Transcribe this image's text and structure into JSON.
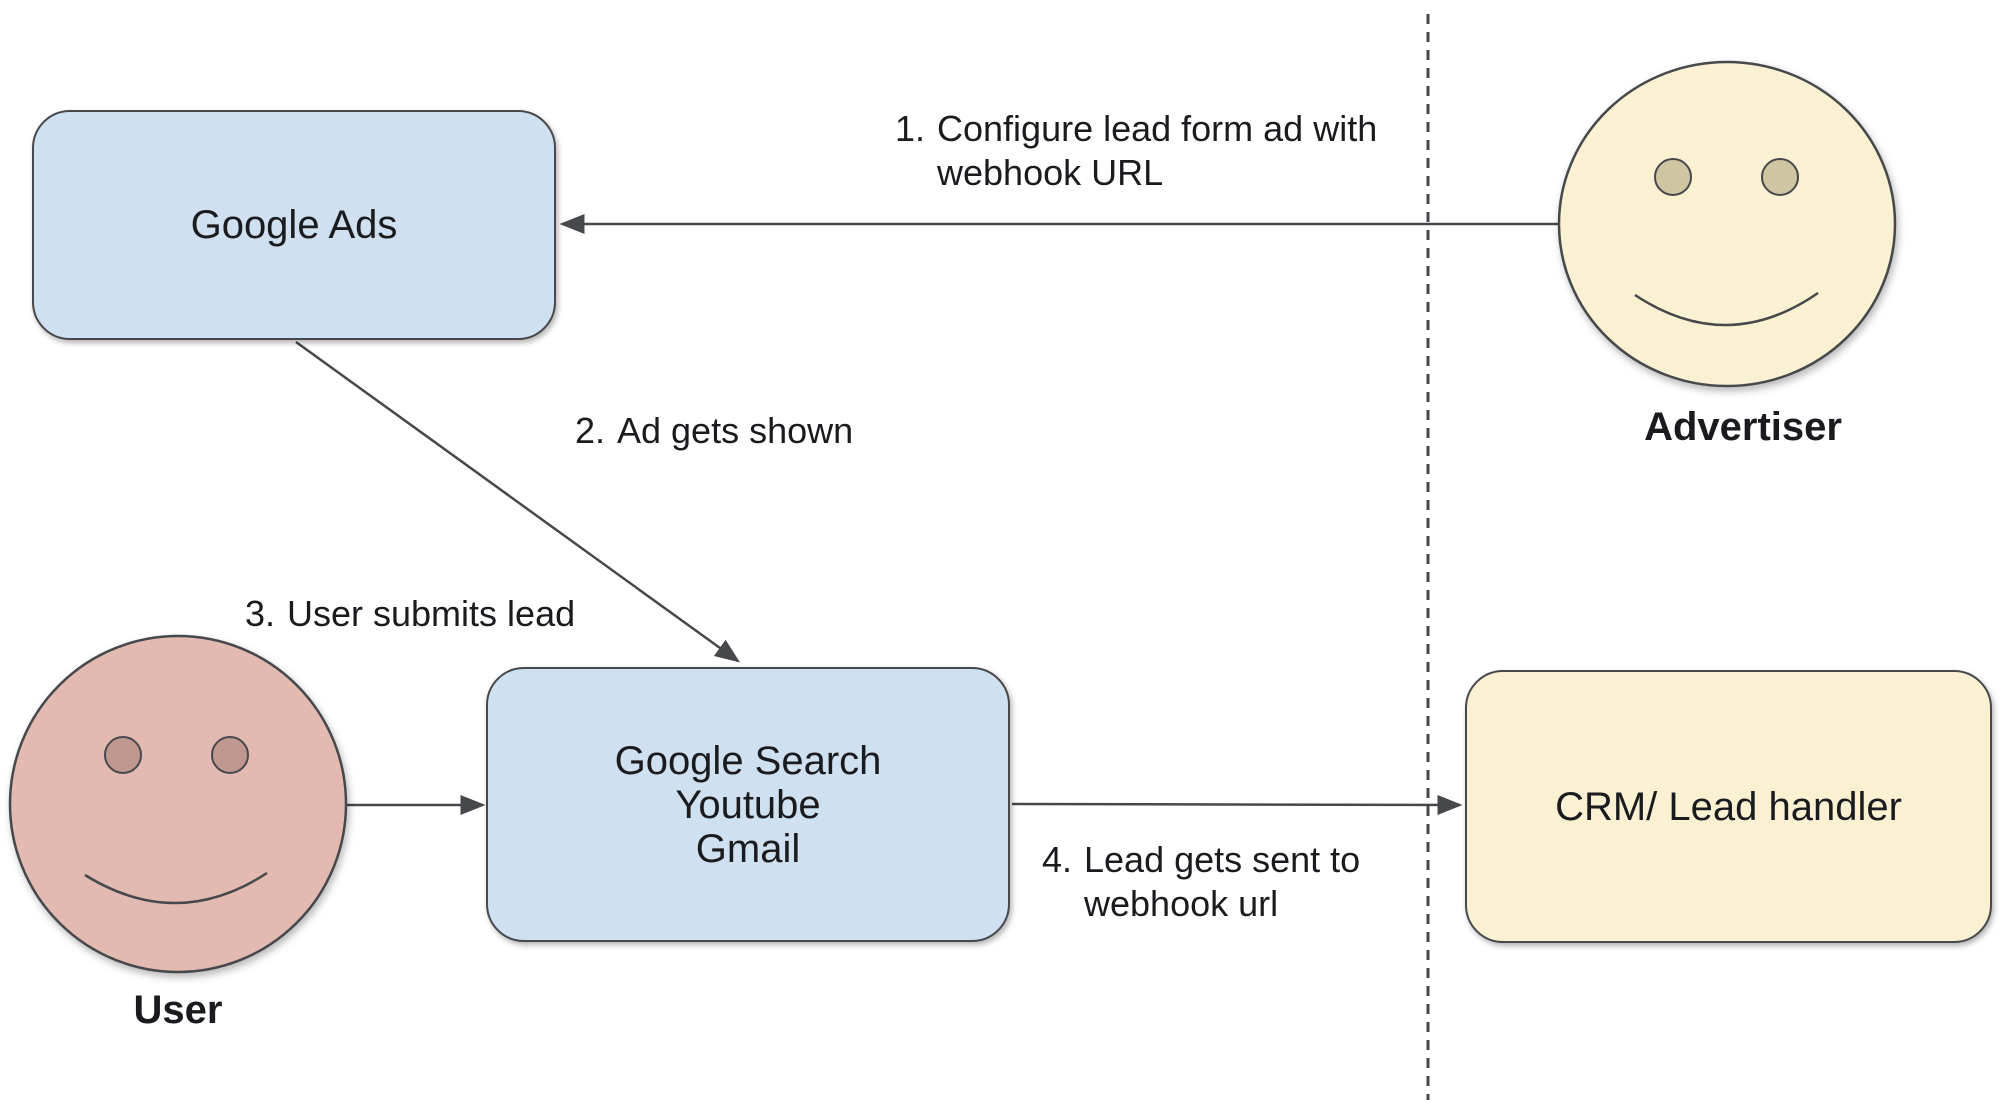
{
  "boxes": {
    "google_ads": {
      "label": "Google Ads"
    },
    "google_properties": {
      "lines": [
        "Google Search",
        "Youtube",
        "Gmail"
      ]
    },
    "crm": {
      "label": "CRM/ Lead handler"
    }
  },
  "actors": {
    "advertiser": {
      "label": "Advertiser"
    },
    "user": {
      "label": "User"
    }
  },
  "steps": [
    {
      "number": "1.",
      "lines": [
        "Configure lead form ad with",
        "webhook URL"
      ]
    },
    {
      "number": "2.",
      "lines": [
        "Ad gets shown"
      ]
    },
    {
      "number": "3.",
      "lines": [
        "User submits lead"
      ]
    },
    {
      "number": "4.",
      "lines": [
        "Lead gets sent to",
        "webhook url"
      ]
    }
  ],
  "colors": {
    "background": "#ffffff",
    "box_blue": "#cfe0f0",
    "box_cream": "#faf1d3",
    "user_face": "#e2bab1",
    "advertiser_eye": "#cfc5a2",
    "user_eye": "#c1988f",
    "stroke": "#46484b",
    "text": "#1a1b1e"
  }
}
